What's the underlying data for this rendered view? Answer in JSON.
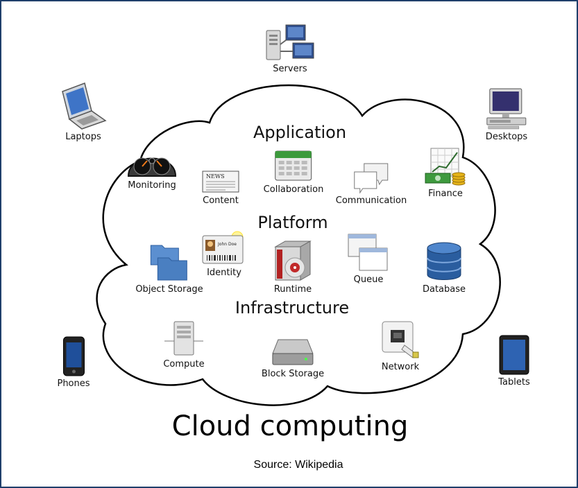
{
  "title": "Cloud computing",
  "source": "Source: Wikipedia",
  "sections": {
    "application": "Application",
    "platform": "Platform",
    "infrastructure": "Infrastructure"
  },
  "devices": {
    "servers": "Servers",
    "laptops": "Laptops",
    "desktops": "Desktops",
    "phones": "Phones",
    "tablets": "Tablets"
  },
  "application_items": {
    "monitoring": "Monitoring",
    "content": "Content",
    "collaboration": "Collaboration",
    "communication": "Communication",
    "finance": "Finance"
  },
  "platform_items": {
    "object_storage": "Object Storage",
    "identity": "Identity",
    "runtime": "Runtime",
    "queue": "Queue",
    "database": "Database"
  },
  "infrastructure_items": {
    "compute": "Compute",
    "block_storage": "Block Storage",
    "network": "Network"
  },
  "identity_card_name": "John Doe",
  "news_label": "NEWS",
  "colors": {
    "frame_border": "#1f3f6b",
    "cloud_stroke": "#000000",
    "folder_blue": "#4a7fc1",
    "database_blue": "#2a5d9f"
  }
}
